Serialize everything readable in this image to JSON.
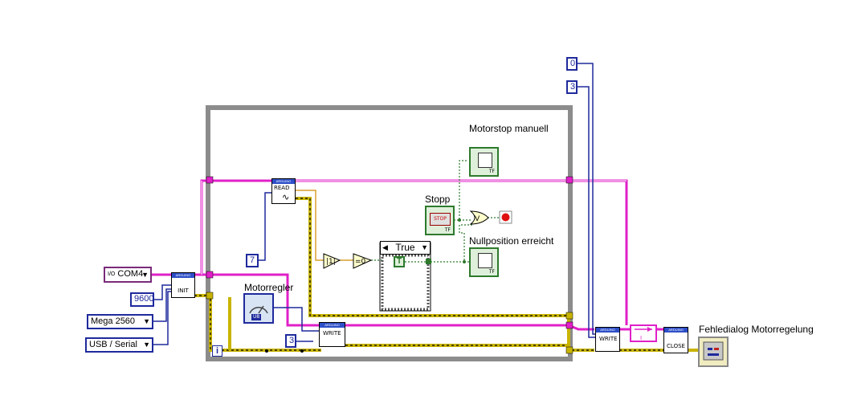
{
  "labels": {
    "motorstop": "Motorstop manuell",
    "stopp": "Stopp",
    "nullposition": "Nullposition erreicht",
    "motorregler": "Motorregler",
    "fehledialog": "Fehledialog Motorregelung"
  },
  "constants": {
    "c0": "0",
    "c3_top": "3",
    "c7": "7",
    "c9600": "9600",
    "c3_bottom": "3",
    "iteration": "i",
    "bool_true": "T"
  },
  "controls": {
    "visa_resource": "COM4",
    "visa_prefix": "I/O",
    "board_type": "Mega 2560",
    "connection_type": "USB / Serial",
    "dropdown_arrow": "▼"
  },
  "case_structure": {
    "selector": "True",
    "left_arrow": "◀",
    "right_arrow": "▼"
  },
  "blocks": {
    "init": "INIT",
    "read": "READ",
    "write_inner": "WRITE",
    "write_outer": "WRITE",
    "close": "CLOSE",
    "header": "ARDUINO"
  },
  "stop_button": "STOP",
  "tf": "TF",
  "knob_dt": "U8",
  "colors": {
    "visa_wire": "#e020c8",
    "error_wire": "#c8b400",
    "int_wire": "#1f2a9c",
    "bool_wire": "#2d7a2d",
    "float_wire": "#d08a00",
    "loop_border": "#8a8a8a"
  }
}
